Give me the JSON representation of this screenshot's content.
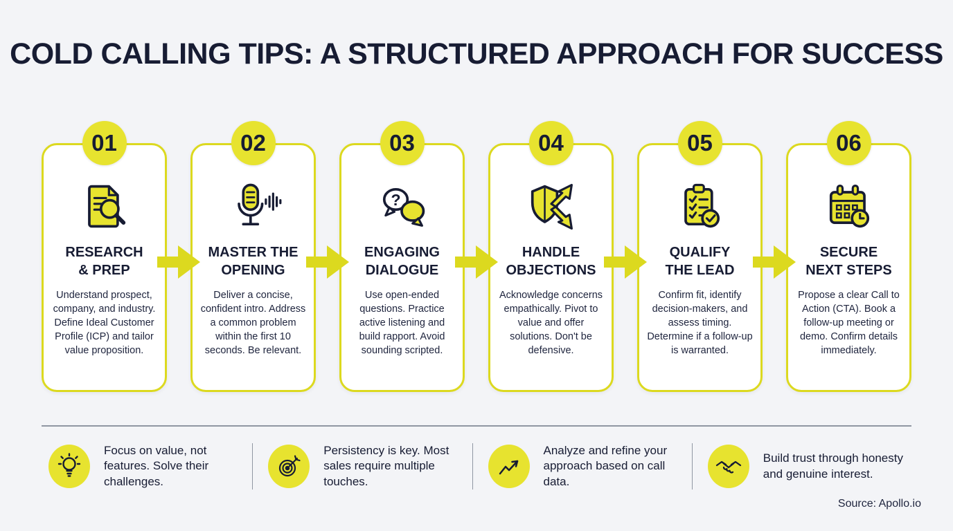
{
  "title": "COLD CALLING TIPS: A STRUCTURED APPROACH FOR SUCCESS",
  "colors": {
    "accent_yellow": "#e7e32f",
    "card_border_yellow": "#dcd91f",
    "navy": "#171c33",
    "background": "#f3f4f7",
    "card_background": "#ffffff",
    "divider_gray": "#8f96a2"
  },
  "steps": [
    {
      "number": "01",
      "icon": "document-magnifier-icon",
      "title_line1": "RESEARCH",
      "title_line2": "& PREP",
      "description": "Understand prospect, company, and industry. Define Ideal Customer Profile (ICP) and tailor value proposition."
    },
    {
      "number": "02",
      "icon": "microphone-icon",
      "title_line1": "MASTER THE",
      "title_line2": "OPENING",
      "description": "Deliver a concise, confident intro. Address a common problem within the first 10 seconds. Be relevant."
    },
    {
      "number": "03",
      "icon": "chat-bubbles-icon",
      "title_line1": "ENGAGING",
      "title_line2": "DIALOGUE",
      "description": "Use open-ended questions. Practice active listening and build rapport. Avoid sounding scripted."
    },
    {
      "number": "04",
      "icon": "shield-arrows-icon",
      "title_line1": "HANDLE",
      "title_line2": "OBJECTIONS",
      "description": "Acknowledge concerns empathically. Pivot to value and offer solutions. Don't be defensive."
    },
    {
      "number": "05",
      "icon": "clipboard-check-icon",
      "title_line1": "QUALIFY",
      "title_line2": "THE LEAD",
      "description": "Confirm fit, identify decision-makers, and assess timing. Determine if a follow-up is warranted."
    },
    {
      "number": "06",
      "icon": "calendar-clock-icon",
      "title_line1": "SECURE",
      "title_line2": "NEXT STEPS",
      "description": "Propose a clear Call to Action (CTA). Book a follow-up meeting or demo. Confirm details immediately."
    }
  ],
  "tips": [
    {
      "icon": "lightbulb-icon",
      "text": "Focus on value, not features. Solve their challenges."
    },
    {
      "icon": "target-dart-icon",
      "text": "Persistency is key. Most sales require multiple touches."
    },
    {
      "icon": "trend-up-icon",
      "text": "Analyze and refine your approach based on call data."
    },
    {
      "icon": "handshake-icon",
      "text": "Build trust through honesty and genuine interest."
    }
  ],
  "source": "Source: Apollo.io"
}
